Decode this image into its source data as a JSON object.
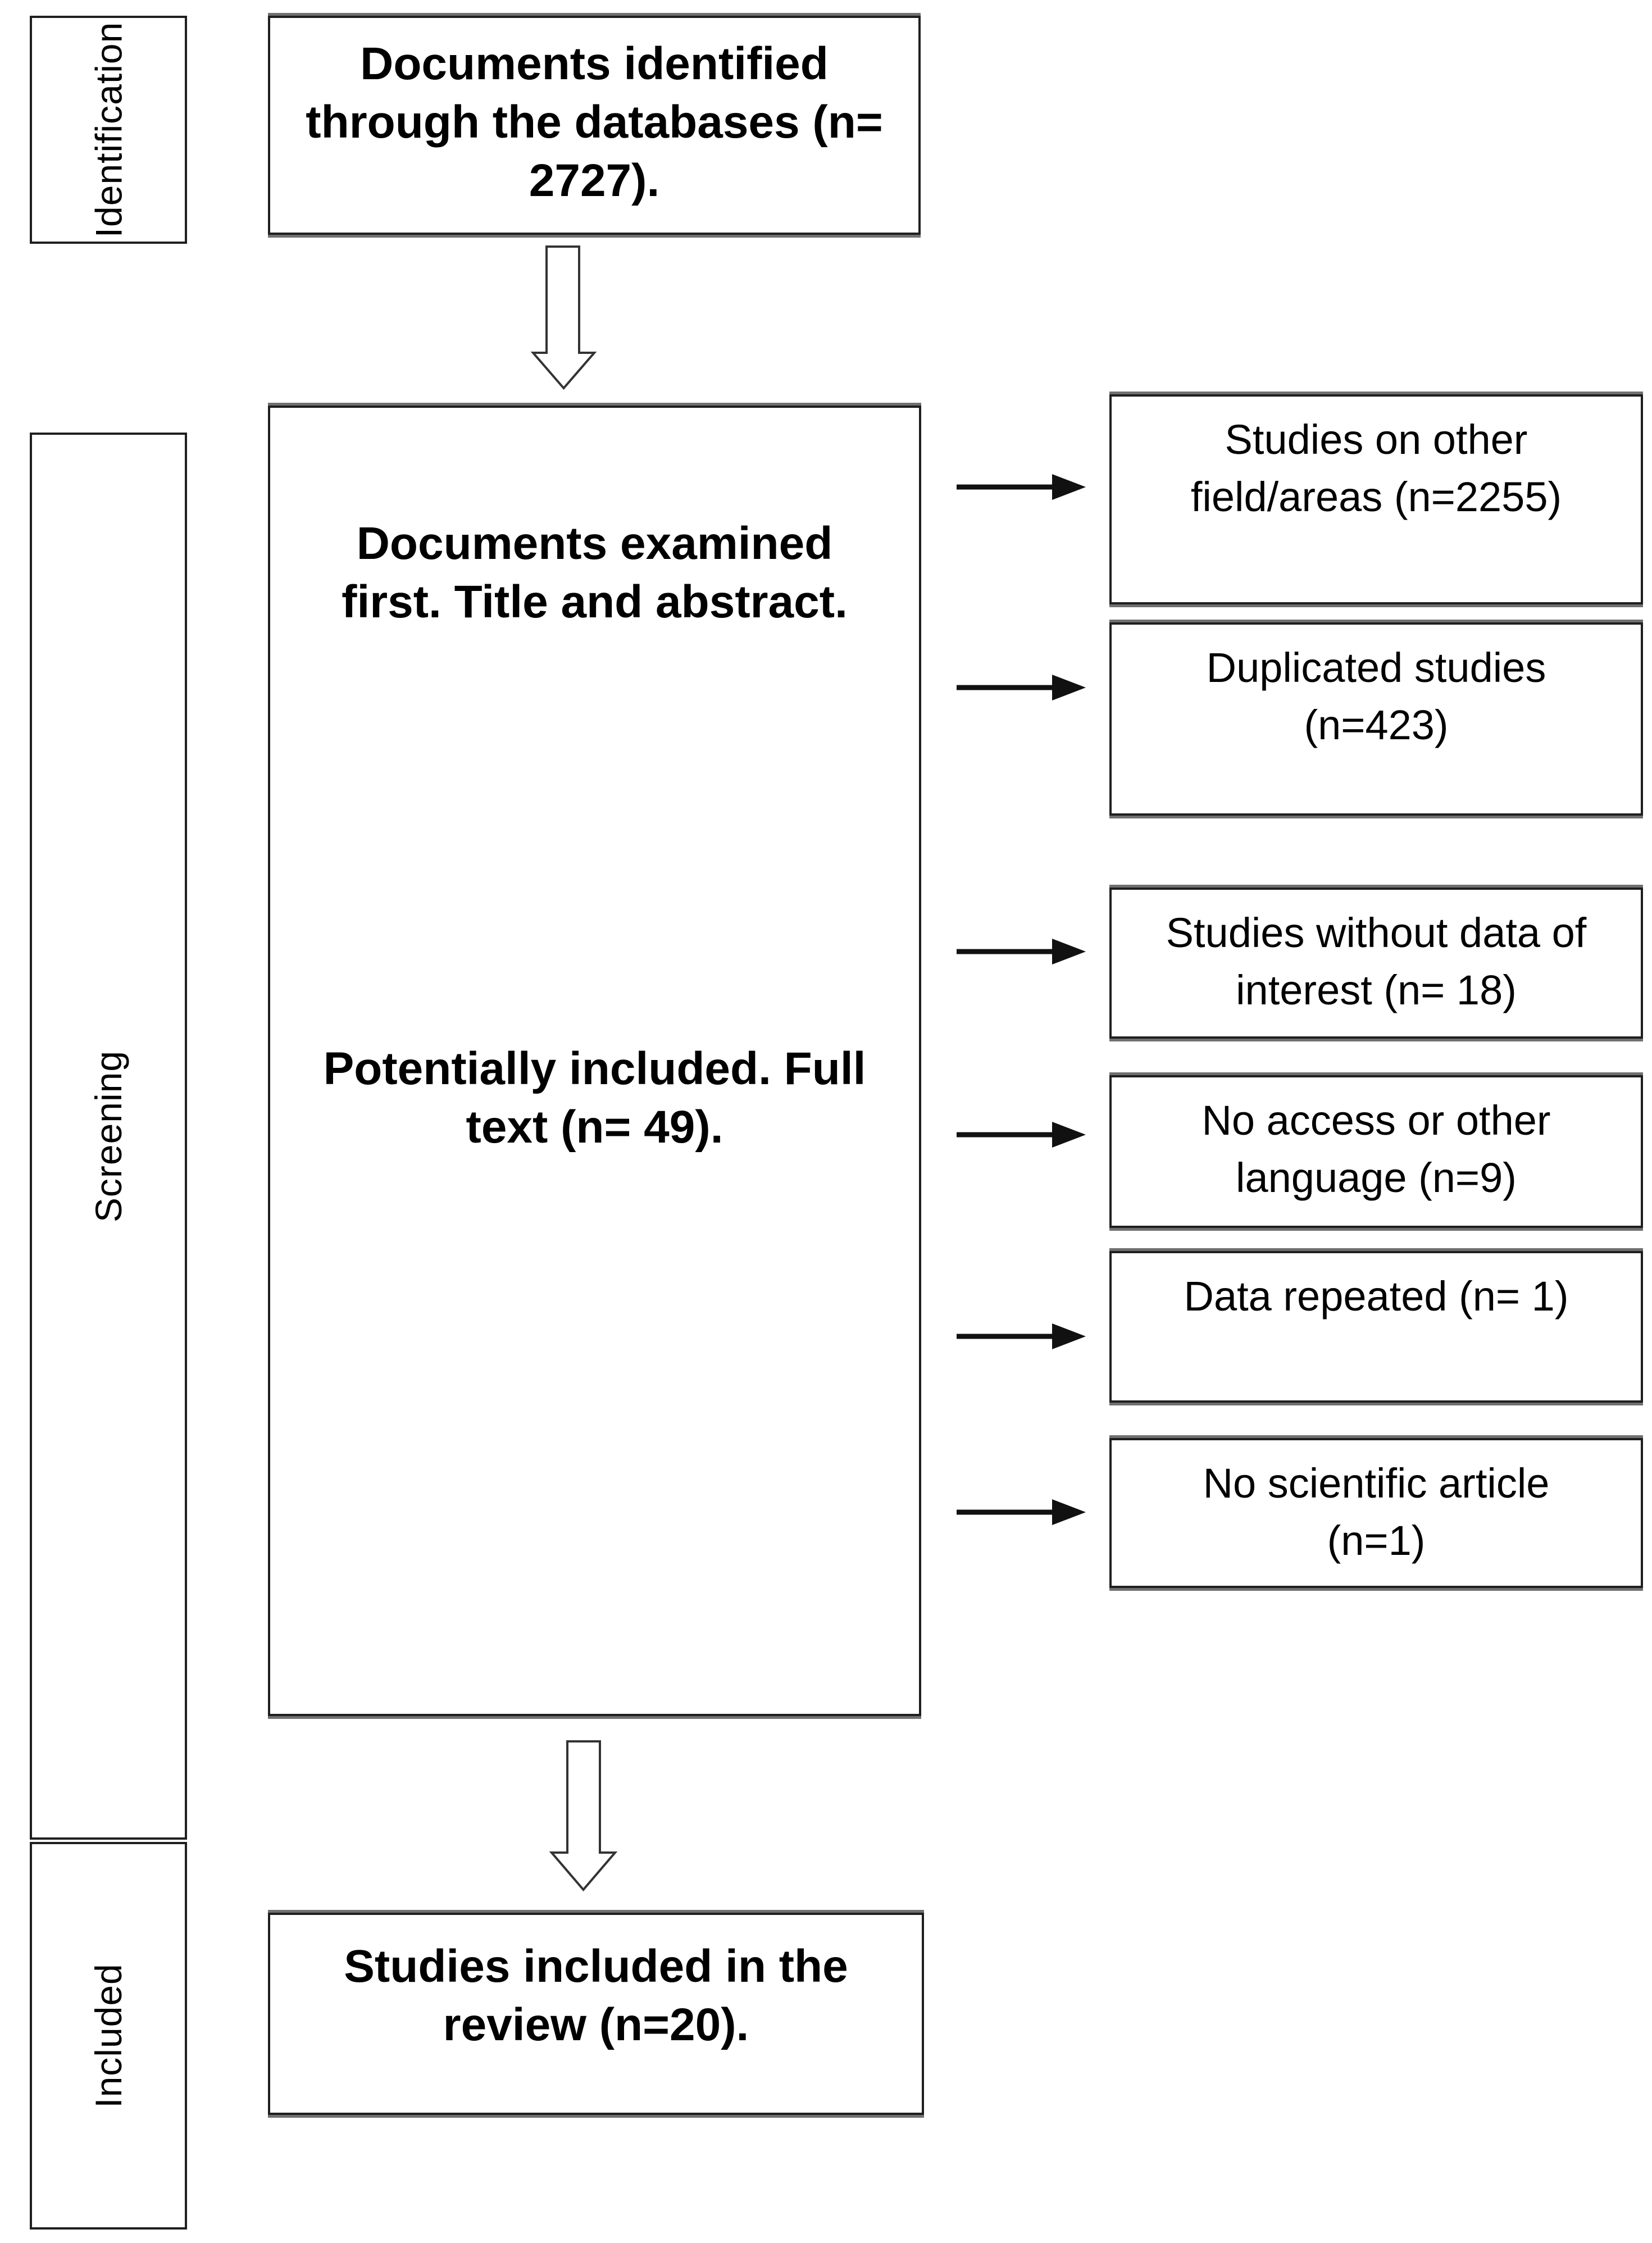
{
  "figure": {
    "type": "prisma-flow-diagram",
    "background": "#ffffff",
    "border_color": "#1f1f1f",
    "shadow_color": "#707070",
    "arrow_color": "#111111",
    "text_color": "#000000"
  },
  "icons": {
    "down_block_arrow": "hollow block arrow pointing down (white fill, dark outline)",
    "right_arrow": "solid black line arrow pointing right"
  },
  "stage_labels": [
    {
      "id": "identification",
      "label": "Identification"
    },
    {
      "id": "screening",
      "label": "Screening"
    },
    {
      "id": "included",
      "label": "Included"
    }
  ],
  "flow": {
    "top_box": {
      "lines": [
        "Documents identified",
        "through the databases (n=",
        "2727)."
      ]
    },
    "screening_box": {
      "block1_lines": [
        "Documents examined",
        "first. Title and abstract."
      ],
      "block2_lines": [
        "Potentially included. Full",
        "text (n= 49)."
      ]
    },
    "exclusion_boxes": [
      {
        "lines": [
          "Studies on other",
          "field/areas (n=2255)"
        ]
      },
      {
        "lines": [
          "Duplicated studies",
          "(n=423)"
        ]
      },
      {
        "lines": [
          "Studies without data of",
          "interest (n= 18)"
        ]
      },
      {
        "lines": [
          "No access or other",
          "language (n=9)"
        ]
      },
      {
        "lines": [
          "Data repeated (n= 1)"
        ]
      },
      {
        "lines": [
          "No scientific article",
          "(n=1)"
        ]
      }
    ],
    "included_box": {
      "lines": [
        "Studies included in the",
        "review (n=20)."
      ]
    }
  },
  "counts": {
    "identified": 2727,
    "full_text_assessed": 49,
    "included_in_review": 20,
    "excluded_other_fields": 2255,
    "excluded_duplicated": 423,
    "excluded_no_data_of_interest": 18,
    "excluded_no_access_or_language": 9,
    "excluded_data_repeated": 1,
    "excluded_not_scientific_article": 1
  }
}
